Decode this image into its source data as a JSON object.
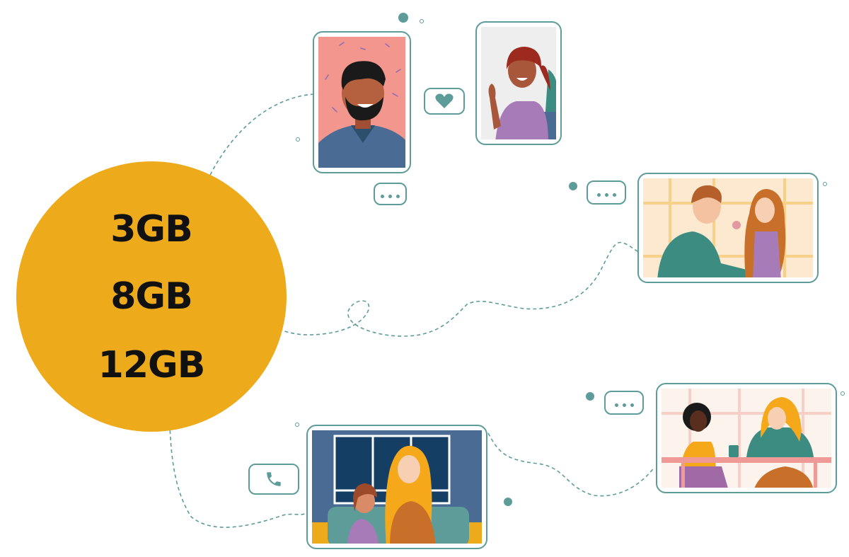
{
  "colors": {
    "accent_yellow": "#EDAB1C",
    "teal": "#5E9C9A",
    "text": "#111111"
  },
  "plans": {
    "items": [
      {
        "label": "3GB"
      },
      {
        "label": "8GB"
      },
      {
        "label": "12GB"
      }
    ]
  },
  "illustrations": {
    "frames": [
      {
        "name": "bearded-man-portrait",
        "background": "#F2968E"
      },
      {
        "name": "woman-waving-portrait",
        "background": "#EEEEEE"
      },
      {
        "name": "couple-with-rose",
        "background": "#FCE9CF"
      },
      {
        "name": "mother-and-daughter",
        "background": "#4A6C94"
      },
      {
        "name": "friends-at-cafe",
        "background": "#FBF3EC"
      }
    ]
  },
  "bubbles": [
    {
      "icon": "heart-icon"
    },
    {
      "icon": "typing-dots-icon"
    },
    {
      "icon": "typing-dots-icon"
    },
    {
      "icon": "phone-icon"
    },
    {
      "icon": "typing-dots-icon"
    }
  ]
}
